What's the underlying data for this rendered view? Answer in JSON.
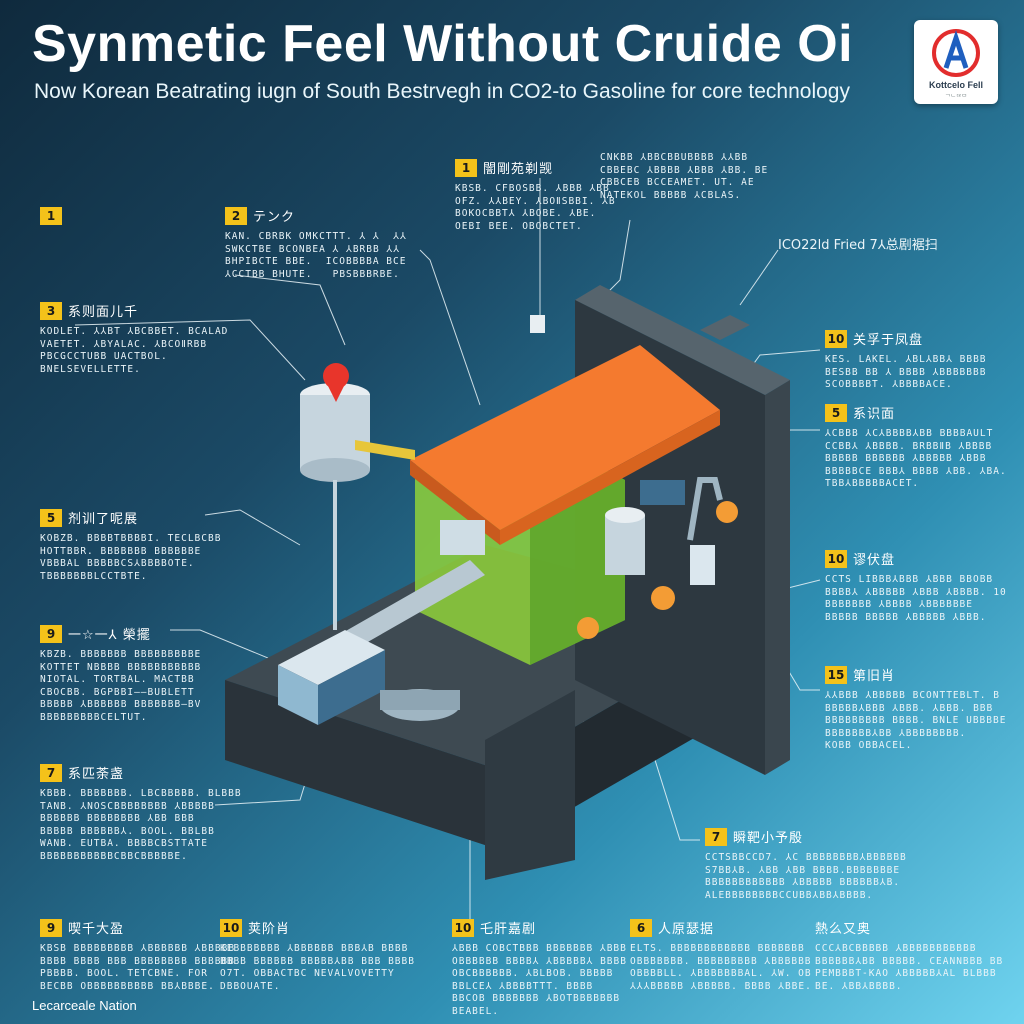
{
  "title": "Synmetic Feel Without Cruide Oi",
  "subtitle": "Now Korean Beatrating iugn of South Bestrvegh in CO2-to Gasoline for core technology",
  "logo": {
    "name": "Kottcelo Fell",
    "sub": "ᄀᄂᄃᄅᄆ"
  },
  "float_label": "ICO22ld Fried 7⅄总剧裾扫",
  "footer": "Lecarceale Nation",
  "colors": {
    "accent": "#f4c21a",
    "orange": "#f47a2f",
    "green": "#8fd13a",
    "background": "#1b4a66"
  },
  "callouts": [
    {
      "id": "c1",
      "num": "1",
      "head": "",
      "lines": []
    },
    {
      "id": "c2",
      "num": "2",
      "head": "テンク",
      "lines": [
        "KAN. CBRBK OMKCTTT. ⅄ ⅄  ⅄⅄",
        "SWKCTBE BCONBEA ⅄ ⅄BRBB ⅄⅄",
        "BHPIBCTE BBE.  ICOBBBBA BCE",
        "⅄CCTBB BHUTE.   PBSBBBRBE."
      ]
    },
    {
      "id": "c3",
      "num": "3",
      "head": "系则面儿千",
      "lines": [
        "KODLET. ⅄⅄BT ⅄BCBBET. BCALAD",
        "VAETET. ⅄BYALAC. ⅄BCOⅡRBB",
        "PBCGCCTUBB UACTBOL.",
        "BNELSEVELLETTE."
      ]
    },
    {
      "id": "c4",
      "num": "1",
      "head": "闇剛苑剃觊",
      "lines": [
        "KBSB. CFBOSBB. ⅄BBB ⅄BB",
        "OFZ. ⅄⅄BEY. ⅄BOⅡSBBI. ⅄B",
        "BOKOCBBT⅄ ⅄BOBE. ⅄BE.",
        "OEBI BEE. OBOBCTET."
      ]
    },
    {
      "id": "c5",
      "num": "",
      "head": "",
      "lines": [
        "CNKBB ⅄BBCBBUBBBB ⅄⅄BB",
        "CBBEBC ⅄BBBB ⅄BBB ⅄BB. BE",
        "CBBCEB BCCEAMET. UT. AE",
        "NATEKOL BBBBB ⅄CBLAS."
      ]
    },
    {
      "id": "c6",
      "num": "10",
      "head": "关孚于凤盘",
      "lines": [
        "KES. LAKEL. ⅄BL⅄BB⅄ BBBB",
        "BESBB BB ⅄ BBBB ⅄BBBBBBB",
        "SCOBBBBT. ⅄BBBBACE."
      ]
    },
    {
      "id": "c7",
      "num": "5",
      "head": "系识面",
      "lines": [
        "⅄CBBB ⅄C⅄BBBB⅄BB BBBBAULT",
        "CCBB⅄ ⅄BBBB. BRBBⅡB ⅄BBBB",
        "BBBBB BBBBBB ⅄BBBBB ⅄BBB",
        "BBBBBCE BBB⅄ BBBB ⅄BB. ⅄BA.",
        "TBB⅄BBBBBACET."
      ]
    },
    {
      "id": "c8",
      "num": "5",
      "head": "剂训了呢展",
      "lines": [
        "KOBZB. BBBBTBBBBI. TECLBCBB",
        "HOTTBBR. BBBBBBB BBBBBBE",
        "VBBBAL BBBBBCS⅄BBBBOTE.",
        "TBBBBBBBLCCTBTE."
      ]
    },
    {
      "id": "c9",
      "num": "10",
      "head": "谬伏盘",
      "lines": [
        "CCTS LIBBB⅄BBB ⅄BBB BBOBB",
        "BBBB⅄ ⅄BBBBB ⅄BBB ⅄BBBB. 10",
        "BBBBBBB ⅄BBBB ⅄BBBBBBE",
        "BBBBB BBBBB ⅄BBBBB ⅄BBB."
      ]
    },
    {
      "id": "c10",
      "num": "9",
      "head": "一☆一⅄ 榮擺",
      "lines": [
        "KBZB. BBBBBBB BBBBBBBBBE",
        "KOTTET NBBBB BBBBBBBBBBB",
        "NIOTAL. TORTBAL. MACTBB",
        "CBOCBB. BGPBBI——BUBLETT",
        "BBBBB ⅄BBBBBB BBBBBBB—BV",
        "BBBBBBBBBCELTUT."
      ]
    },
    {
      "id": "c11",
      "num": "15",
      "head": "第旧肖",
      "lines": [
        "⅄⅄BBB ⅄BBBBB BCONTTEBLT. B",
        "BBBBB⅄BBB ⅄BBB. ⅄BBB. BBB",
        "BBBBBBBBB BBBB. BNLE UBBBBE",
        "BBBBBBB⅄BB ⅄BBBBBBBB.",
        "KOBB OBBACEL."
      ]
    },
    {
      "id": "c12",
      "num": "7",
      "head": "系匹荼盏",
      "lines": [
        "KBBB. BBBBBBB. LBCBBBBB. BLBBB",
        "TANB. ⅄NOSCBBBBBBBB ⅄BBBBB",
        "BBBBBB BBBBBBBB ⅄BB BBB",
        "BBBBB BBBBBB⅄. BOOL. BBLBB",
        "WANB. EUTBA. BBBBCBSTTATE",
        "BBBBBBBBBBBCBBCBBBBBE."
      ]
    },
    {
      "id": "c13",
      "num": "7",
      "head": "瞬靶小予殷",
      "lines": [
        "CCTSBBCCD7. ⅄C BBBBBBBB⅄BBBBBB",
        "S7BB⅄B. ⅄BB ⅄BB BBBB.BBBBBBBE",
        "BBBBBBBBBBBB ⅄BBBBB BBBBBB⅄B.",
        "ALEBBBBBBBBCCUBB⅄BB⅄BBBB."
      ]
    },
    {
      "id": "c14",
      "num": "9",
      "head": "喫千大盈",
      "lines": [
        "KBSB BBBBBBBBB ⅄BBBBBB ⅄BBBBB",
        "BBBB BBBB BBB BBBBBBBB BBBBBB",
        "PBBBB. BOOL. TETCBNE. FOR",
        "BECBB OBBBBBBBBBB BB⅄BBBE."
      ]
    },
    {
      "id": "c15",
      "num": "10",
      "head": "荚阶肖",
      "lines": [
        "KEBBBBBBB ⅄BBBBBB BBB⅄B BBBB",
        "BBBB BBBBBB BBBBB⅄BB BBB BBBB",
        "O7T. OBBACTBC NEVALVOVETTY",
        "DBBOUATE."
      ]
    },
    {
      "id": "c16",
      "num": "10",
      "head": "乇肝嘉剧",
      "lines": [
        "⅄BBB COBCTBBB BBBBBBB ⅄BBB",
        "OBBBBBB BBBB⅄ ⅄BBBBB⅄ BBBB",
        "OBCBBBBBB. ⅄BLBOB. BBBBB",
        "BBLCE⅄ ⅄BBBBTTT. BBBB",
        "BBCOB BBBBBBB ⅄BOTBBBBBBB",
        "BEABEL."
      ]
    },
    {
      "id": "c17",
      "num": "6",
      "head": "人原瑟据",
      "lines": [
        "ELTS. BBBBBBBBBBBB BBBBBBB",
        "OBBBBBBB. BBBBBBBBB ⅄BBBBBB",
        "OBBBBLL. ⅄BBBBBBBAL. ⅄W. OB",
        "⅄⅄⅄BBBBB ⅄BBBBB. BBBB ⅄BBE."
      ]
    },
    {
      "id": "c18",
      "num": "",
      "head": "熱么又奥",
      "lines": [
        "CCC⅄BCBBBBB ⅄BBBBBBBBBBB",
        "BBBBBB⅄BB BBBBB. CEANNBBB BB",
        "PEMBBBT-KAO ⅄BBBBB⅄AL BLBBB",
        "BE. ⅄BB⅄BBBB."
      ]
    }
  ]
}
